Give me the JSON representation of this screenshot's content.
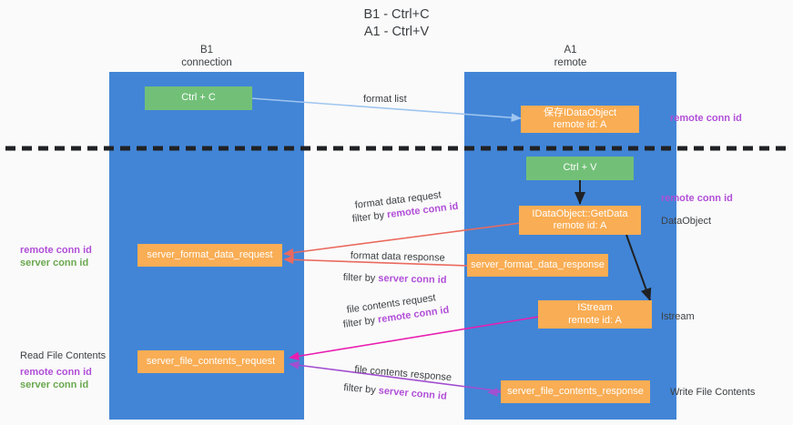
{
  "title": {
    "line1": "B1 - Ctrl+C",
    "line2": "A1 - Ctrl+V"
  },
  "lanes": [
    {
      "id": "b1",
      "name": "B1",
      "role": "connection"
    },
    {
      "id": "a1",
      "name": "A1",
      "role": "remote"
    }
  ],
  "colors": {
    "lane": "#4285d6",
    "green_box": "#72c078",
    "orange_box": "#f9ad54",
    "purple_text": "#b14fd8",
    "green_text": "#6aa84f",
    "arrow_lightblue": "#9fc5f0",
    "arrow_black": "#202124",
    "arrow_red": "#ea6a5e",
    "arrow_magenta": "#e81eb0",
    "arrow_purple": "#a24fd0",
    "divider": "#202124",
    "background": "#fafafa"
  },
  "nodes": {
    "ctrl_c": {
      "label": "Ctrl + C",
      "type": "green"
    },
    "save_idataobject": {
      "label": "保存IDataObject",
      "sub": "remote id: A",
      "type": "orange"
    },
    "ctrl_v": {
      "label": "Ctrl + V",
      "type": "green"
    },
    "getdata": {
      "label": "IDataObject::GetData",
      "sub": "remote id: A",
      "type": "orange"
    },
    "server_format_data_request": {
      "label": "server_format_data_request",
      "type": "orange"
    },
    "server_format_data_response": {
      "label": "server_format_data_response",
      "type": "orange"
    },
    "istream": {
      "label": "IStream",
      "sub": "remote id: A",
      "type": "orange"
    },
    "server_file_contents_request": {
      "label": "server_file_contents_request",
      "type": "orange"
    },
    "server_file_contents_response": {
      "label": "server_file_contents_response",
      "type": "orange"
    }
  },
  "edge_labels": {
    "format_list": "format list",
    "format_data_request": "format data request",
    "format_data_request_filter_prefix": "filter by ",
    "format_data_request_filter_key": "remote conn id",
    "format_data_response": "format data response",
    "format_data_response_filter_prefix": "filter by ",
    "format_data_response_filter_key": "server conn id",
    "file_contents_request": "file contents request",
    "file_contents_request_filter_prefix": "filter by ",
    "file_contents_request_filter_key": "remote conn id",
    "file_contents_response": "file contents response",
    "file_contents_response_filter_prefix": "filter by ",
    "file_contents_response_filter_key": "server conn id"
  },
  "right_annotations": [
    {
      "id": "remote-conn-id-top",
      "text": "remote conn id",
      "style": "purple"
    },
    {
      "id": "remote-conn-id-mid",
      "text": "remote conn id",
      "style": "purple"
    },
    {
      "id": "dataobject",
      "text": "DataObject",
      "style": "plain"
    },
    {
      "id": "istream-note",
      "text": "Istream",
      "style": "plain"
    },
    {
      "id": "write-file-contents",
      "text": "Write File Contents",
      "style": "plain"
    }
  ],
  "left_annotations": [
    {
      "id": "mid-remote-conn-id",
      "text": "remote conn id",
      "style": "purple"
    },
    {
      "id": "mid-server-conn-id",
      "text": "server conn id",
      "style": "green"
    },
    {
      "id": "read-file-contents",
      "text": "Read File Contents",
      "style": "plain"
    },
    {
      "id": "low-remote-conn-id",
      "text": "remote conn id",
      "style": "purple"
    },
    {
      "id": "low-server-conn-id",
      "text": "server conn id",
      "style": "green"
    }
  ]
}
